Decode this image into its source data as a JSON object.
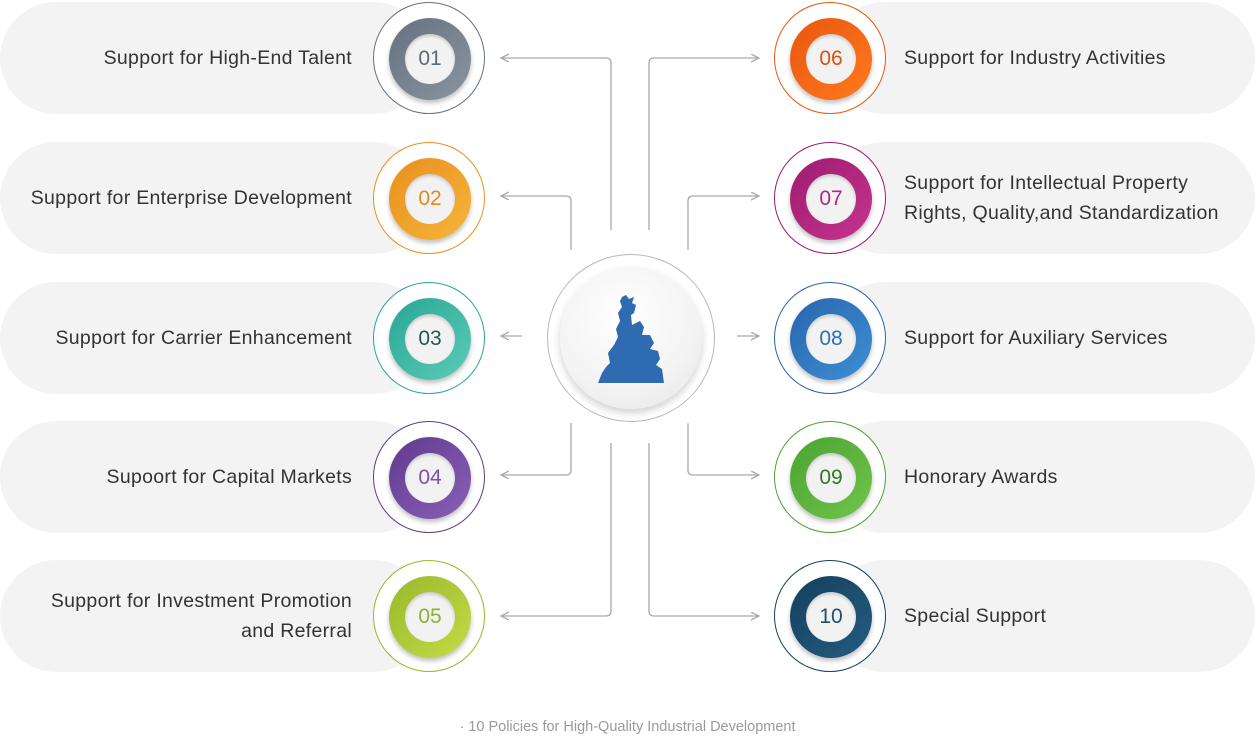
{
  "left_items": [
    {
      "number": "01",
      "label_lines": [
        "Support for High-End Talent"
      ],
      "color": "#66717f",
      "color_light": "#8a94a1",
      "text_color": "#5e6a78"
    },
    {
      "number": "02",
      "label_lines": [
        "Support for Enterprise Development"
      ],
      "color": "#e8901c",
      "color_light": "#f6b53b",
      "text_color": "#e48a1d"
    },
    {
      "number": "03",
      "label_lines": [
        "Support for Carrier Enhancement"
      ],
      "color": "#29a695",
      "color_light": "#5cccb6",
      "text_color": "#1b5a52"
    },
    {
      "number": "04",
      "label_lines": [
        "Supoort for Capital Markets"
      ],
      "color": "#5e3b8e",
      "color_light": "#8c5fb8",
      "text_color": "#7f51ae"
    },
    {
      "number": "05",
      "label_lines": [
        "Support for Investment Promotion",
        "and Referral"
      ],
      "color": "#9ab82c",
      "color_light": "#c4db45",
      "text_color": "#8fb02a"
    }
  ],
  "right_items": [
    {
      "number": "06",
      "label_lines": [
        "Support for Industry Activities"
      ],
      "color": "#e9560d",
      "color_light": "#ff7a1f",
      "text_color": "#e24f0e"
    },
    {
      "number": "07",
      "label_lines": [
        "Support for Intellectual Property",
        "Rights, Quality,and Standardization"
      ],
      "color": "#9c1c6e",
      "color_light": "#c7348f",
      "text_color": "#b02a82"
    },
    {
      "number": "08",
      "label_lines": [
        "Support for Auxiliary Services"
      ],
      "color": "#2766ad",
      "color_light": "#3e8fd4",
      "text_color": "#2a70bb"
    },
    {
      "number": "09",
      "label_lines": [
        "Honorary Awards"
      ],
      "color": "#4aa332",
      "color_light": "#72c44a",
      "text_color": "#2f7a24"
    },
    {
      "number": "10",
      "label_lines": [
        "Special Support"
      ],
      "color": "#14405e",
      "color_light": "#245c80",
      "text_color": "#1c4f70"
    }
  ],
  "center_icon": "goat-statue-icon",
  "center_icon_color": "#2e6bb0",
  "connector_color": "#a9a9a9",
  "caption": "· 10 Policies for High-Quality Industrial Development"
}
